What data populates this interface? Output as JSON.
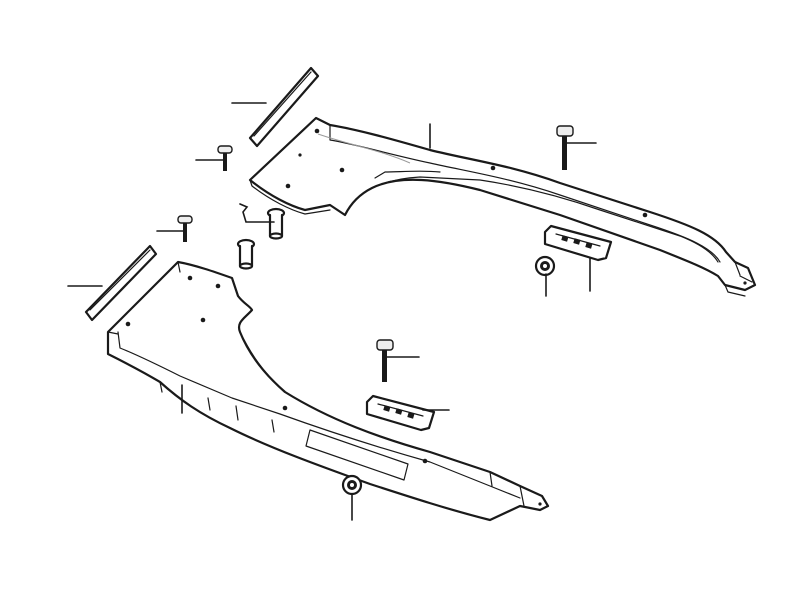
{
  "diagram": {
    "description_items": [],
    "labels": []
  },
  "colors": {
    "line": "#1a1a1a",
    "background": "#ffffff",
    "highlight_stroke": "#bdbdbd"
  },
  "parts": [
    "rail-trim-strip",
    "upper-rail",
    "lower-rail",
    "mount-bolt",
    "sleeve-bushing",
    "flange-nut",
    "plate-bracket"
  ]
}
